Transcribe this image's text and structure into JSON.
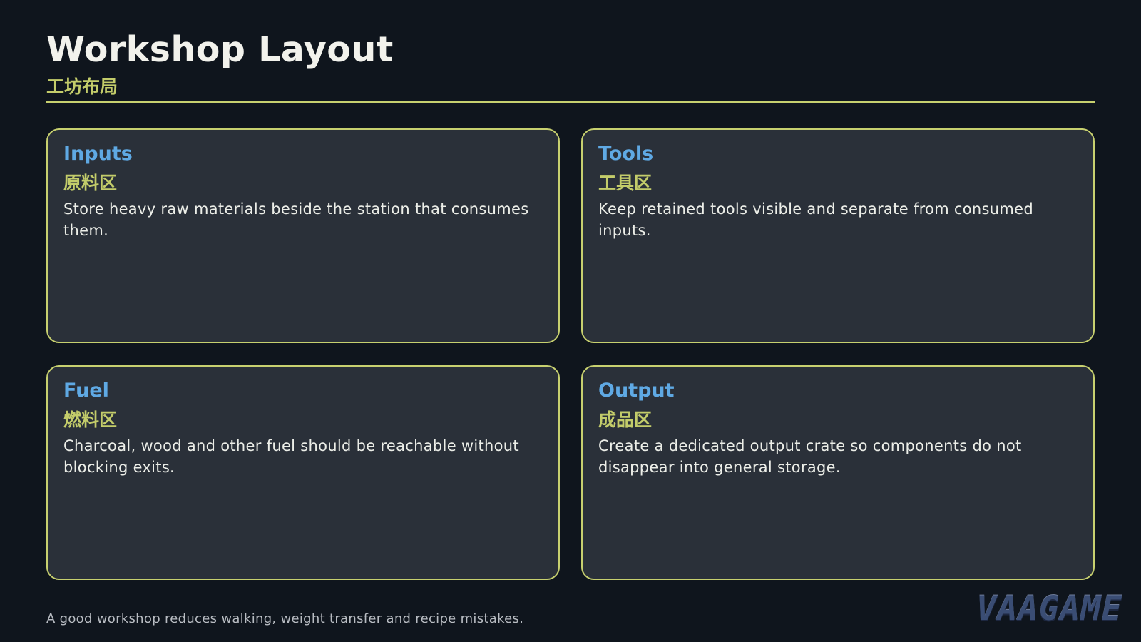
{
  "header": {
    "title": "Workshop Layout",
    "subtitle": "工坊布局"
  },
  "cards": [
    {
      "title": "Inputs",
      "zh": "原料区",
      "text": "Store heavy raw materials beside the station that consumes them."
    },
    {
      "title": "Tools",
      "zh": "工具区",
      "text": "Keep retained tools visible and separate from consumed inputs."
    },
    {
      "title": "Fuel",
      "zh": "燃料区",
      "text": "Charcoal, wood and other fuel should be reachable without blocking exits."
    },
    {
      "title": "Output",
      "zh": "成品区",
      "text": "Create a dedicated output crate so components do not disappear into general storage."
    }
  ],
  "footer": {
    "note": "A good workshop reduces walking, weight transfer and recipe mistakes."
  },
  "logo": {
    "text": "VAAGAME"
  },
  "colors": {
    "background": "#0f151d",
    "card": "#2a3039",
    "accent": "#c7d06f",
    "heading": "#5fa9e4"
  }
}
